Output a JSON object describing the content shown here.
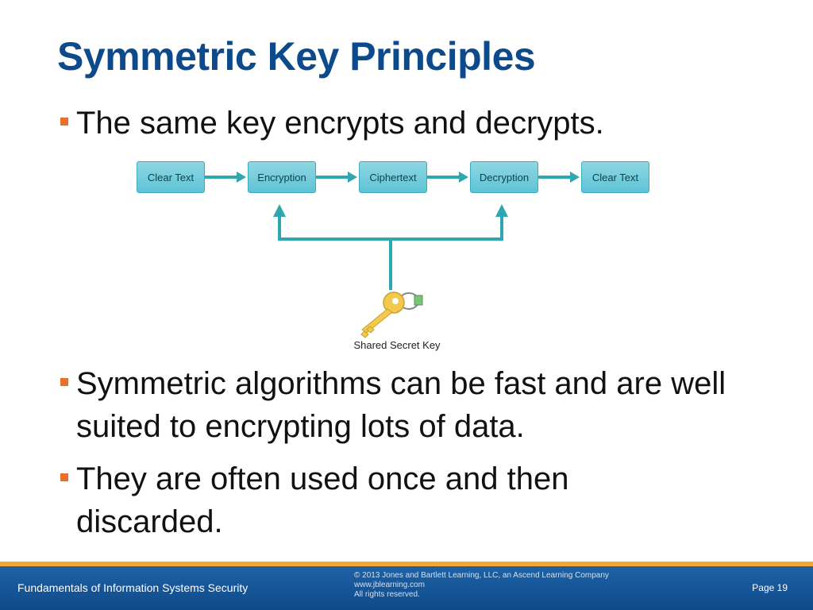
{
  "slide": {
    "title": "Symmetric Key Principles",
    "bullets": [
      "The same key encrypts and decrypts.",
      "Symmetric algorithms can be fast and are well suited to encrypting lots of data.",
      "They are often used once and then discarded."
    ]
  },
  "diagram": {
    "boxes": [
      "Clear Text",
      "Encryption",
      "Ciphertext",
      "Decryption",
      "Clear Text"
    ],
    "key_label": "Shared Secret Key",
    "colors": {
      "box": "#5ec3d5",
      "arrow": "#2ea7ae",
      "key": "#f2c94c"
    }
  },
  "footer": {
    "course": "Fundamentals of Information Systems Security",
    "copyright": "© 2013 Jones and Bartlett Learning, LLC, an Ascend Learning Company",
    "website": "www.jblearning.com",
    "rights": "All rights reserved.",
    "page": "Page 19"
  }
}
